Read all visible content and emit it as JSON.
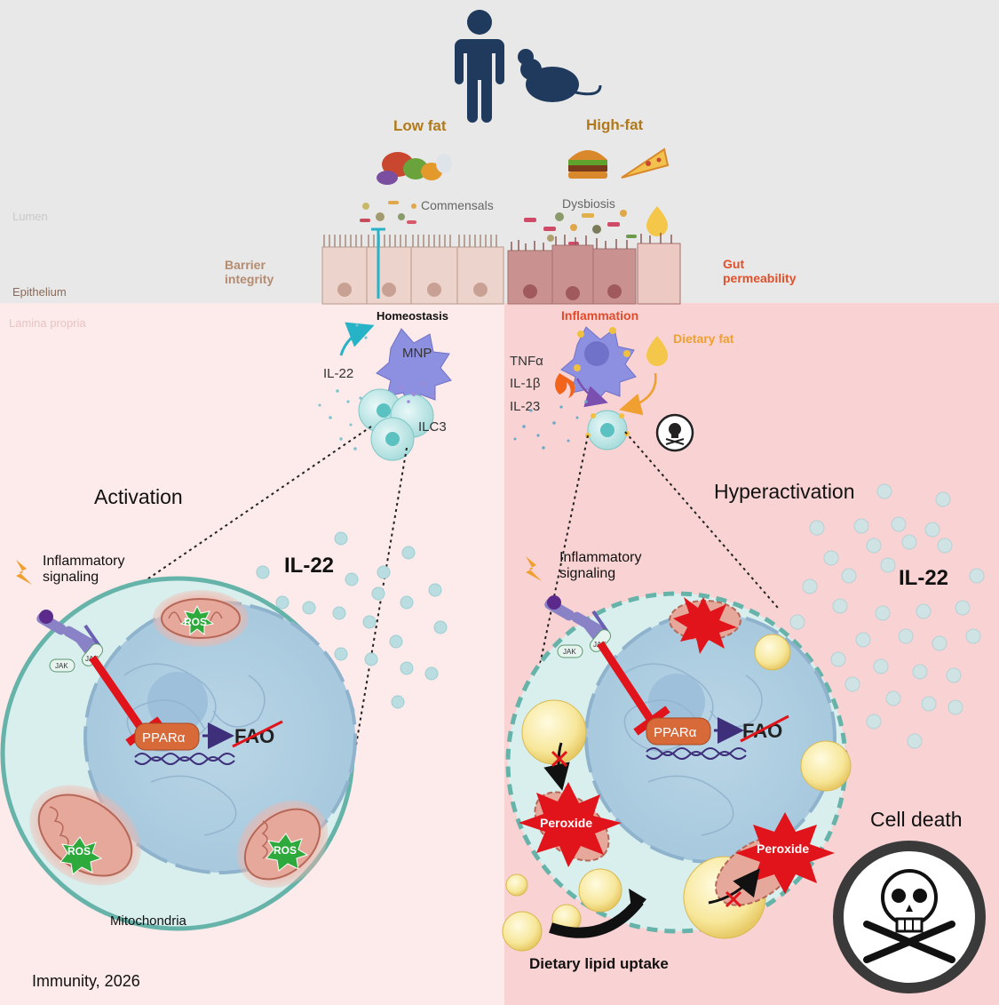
{
  "zones": {
    "lumen": "Lumen",
    "epithelium": "Epithelium",
    "lamina_propria": "Lamina propria"
  },
  "diets": {
    "low_fat": "Low fat",
    "high_fat": "High-fat"
  },
  "microbiota": {
    "left": "Commensals",
    "right": "Dysbiosis"
  },
  "barrier": {
    "left_line1": "Barrier",
    "left_line2": "integrity",
    "right_line1": "Gut",
    "right_line2": "permeability"
  },
  "states": {
    "homeostasis": "Homeostasis",
    "inflammation": "Inflammation"
  },
  "labels": {
    "dietary_fat": "Dietary fat",
    "mnp": "MNP",
    "ilc3": "ILC3",
    "il22_small": "IL-22",
    "cytokines": [
      "TNFα",
      "IL-1β",
      "IL-23"
    ]
  },
  "left_panel": {
    "heading": "Activation",
    "il22": "IL-22",
    "signal_line1": "Inflammatory",
    "signal_line2": "signaling",
    "ros": "ROS",
    "ppar": "PPARα",
    "fao": "FAO",
    "jak": "JAK",
    "mitochondria": "Mitochondria"
  },
  "right_panel": {
    "heading": "Hyperactivation",
    "il22": "IL-22",
    "signal_line1": "Inflammatory",
    "signal_line2": "signaling",
    "ppar": "PPARα",
    "fao": "FAO",
    "jak": "JAK",
    "peroxide": "Peroxide",
    "cell_death": "Cell death",
    "lipid_uptake": "Dietary lipid uptake"
  },
  "citation": "Immunity, 2026",
  "colors": {
    "lumen_bg": "#e8e8e8",
    "left_bg": "#fcebea",
    "right_bg": "#f9d3d3",
    "cell_fill": "#d9efee",
    "cell_border": "#66b3aa",
    "inhibit": "#e0141a",
    "ppar": "#d86a3a",
    "ros": "#2eaa3c",
    "peroxide": "#e0141a",
    "lipid": "#f6e7a0",
    "il22_dot": "#b9dde0"
  }
}
